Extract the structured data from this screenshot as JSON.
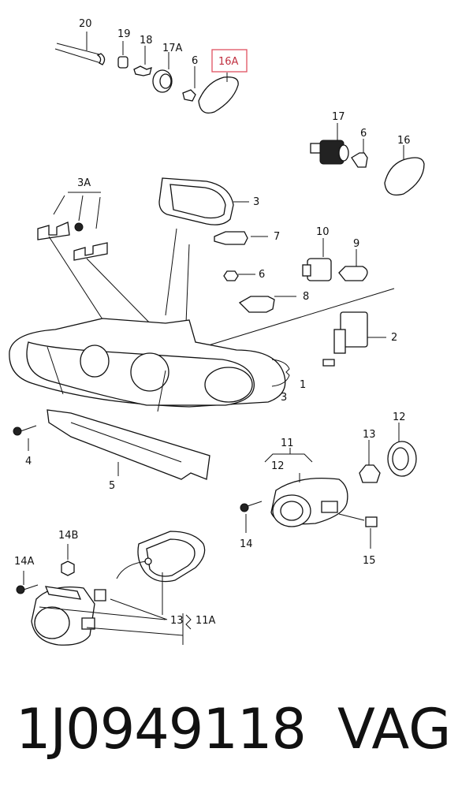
{
  "labels": {
    "l20": "20",
    "l19": "19",
    "l18": "18",
    "l17A": "17A",
    "l6a": "6",
    "l16A": "16A",
    "l17": "17",
    "l6b": "6",
    "l16": "16",
    "l3A": "3A",
    "l3": "3",
    "l7": "7",
    "l10": "10",
    "l9": "9",
    "l6c": "6",
    "l8": "8",
    "l2": "2",
    "l1": "1",
    "l3b": "3",
    "l4": "4",
    "l5": "5",
    "l11": "11",
    "l12a": "12",
    "l13a": "13",
    "l12b": "12",
    "l14a": "14",
    "l15": "15",
    "l14B": "14B",
    "l14A": "14A",
    "l13b": "13",
    "l11A": "11A"
  },
  "highlight_color": "#e05060",
  "footer": {
    "part_number": "1J0949118",
    "brand": "VAG"
  }
}
